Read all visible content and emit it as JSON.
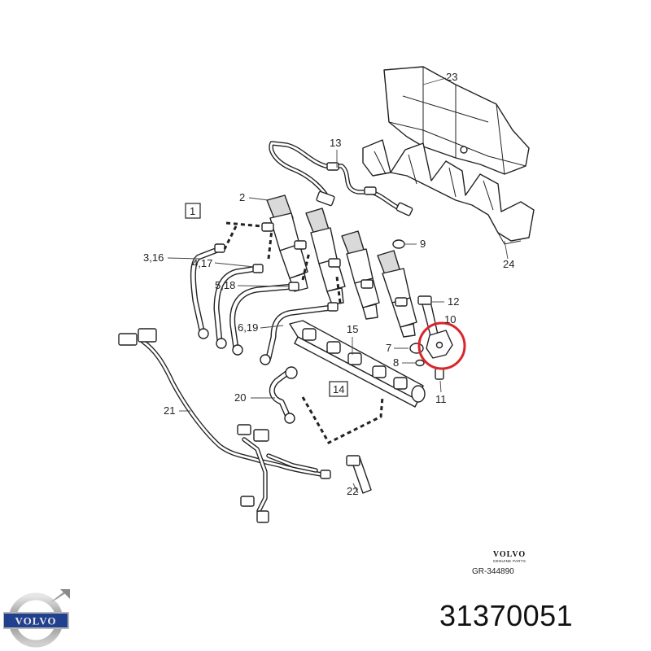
{
  "callouts": [
    {
      "id": "c23",
      "text": "23"
    },
    {
      "id": "c13",
      "text": "13"
    },
    {
      "id": "c1",
      "text": "1"
    },
    {
      "id": "c2",
      "text": "2"
    },
    {
      "id": "c9",
      "text": "9"
    },
    {
      "id": "c24",
      "text": "24"
    },
    {
      "id": "c3",
      "text": "3,16"
    },
    {
      "id": "c4",
      "text": "4,17"
    },
    {
      "id": "c5",
      "text": "5,18"
    },
    {
      "id": "c12",
      "text": "12"
    },
    {
      "id": "c10",
      "text": "10"
    },
    {
      "id": "c6",
      "text": "6,19"
    },
    {
      "id": "c15",
      "text": "15"
    },
    {
      "id": "c7",
      "text": "7"
    },
    {
      "id": "c8",
      "text": "8"
    },
    {
      "id": "c14",
      "text": "14"
    },
    {
      "id": "c11",
      "text": "11"
    },
    {
      "id": "c20",
      "text": "20"
    },
    {
      "id": "c21",
      "text": "21"
    },
    {
      "id": "c22",
      "text": "22"
    }
  ],
  "brand": {
    "word": "VOLVO",
    "sub": "GENUINE PARTS",
    "ref": "GR-344890",
    "logo_text": "VOLVO"
  },
  "part_number": "31370051",
  "highlight_color": "#d9262b"
}
